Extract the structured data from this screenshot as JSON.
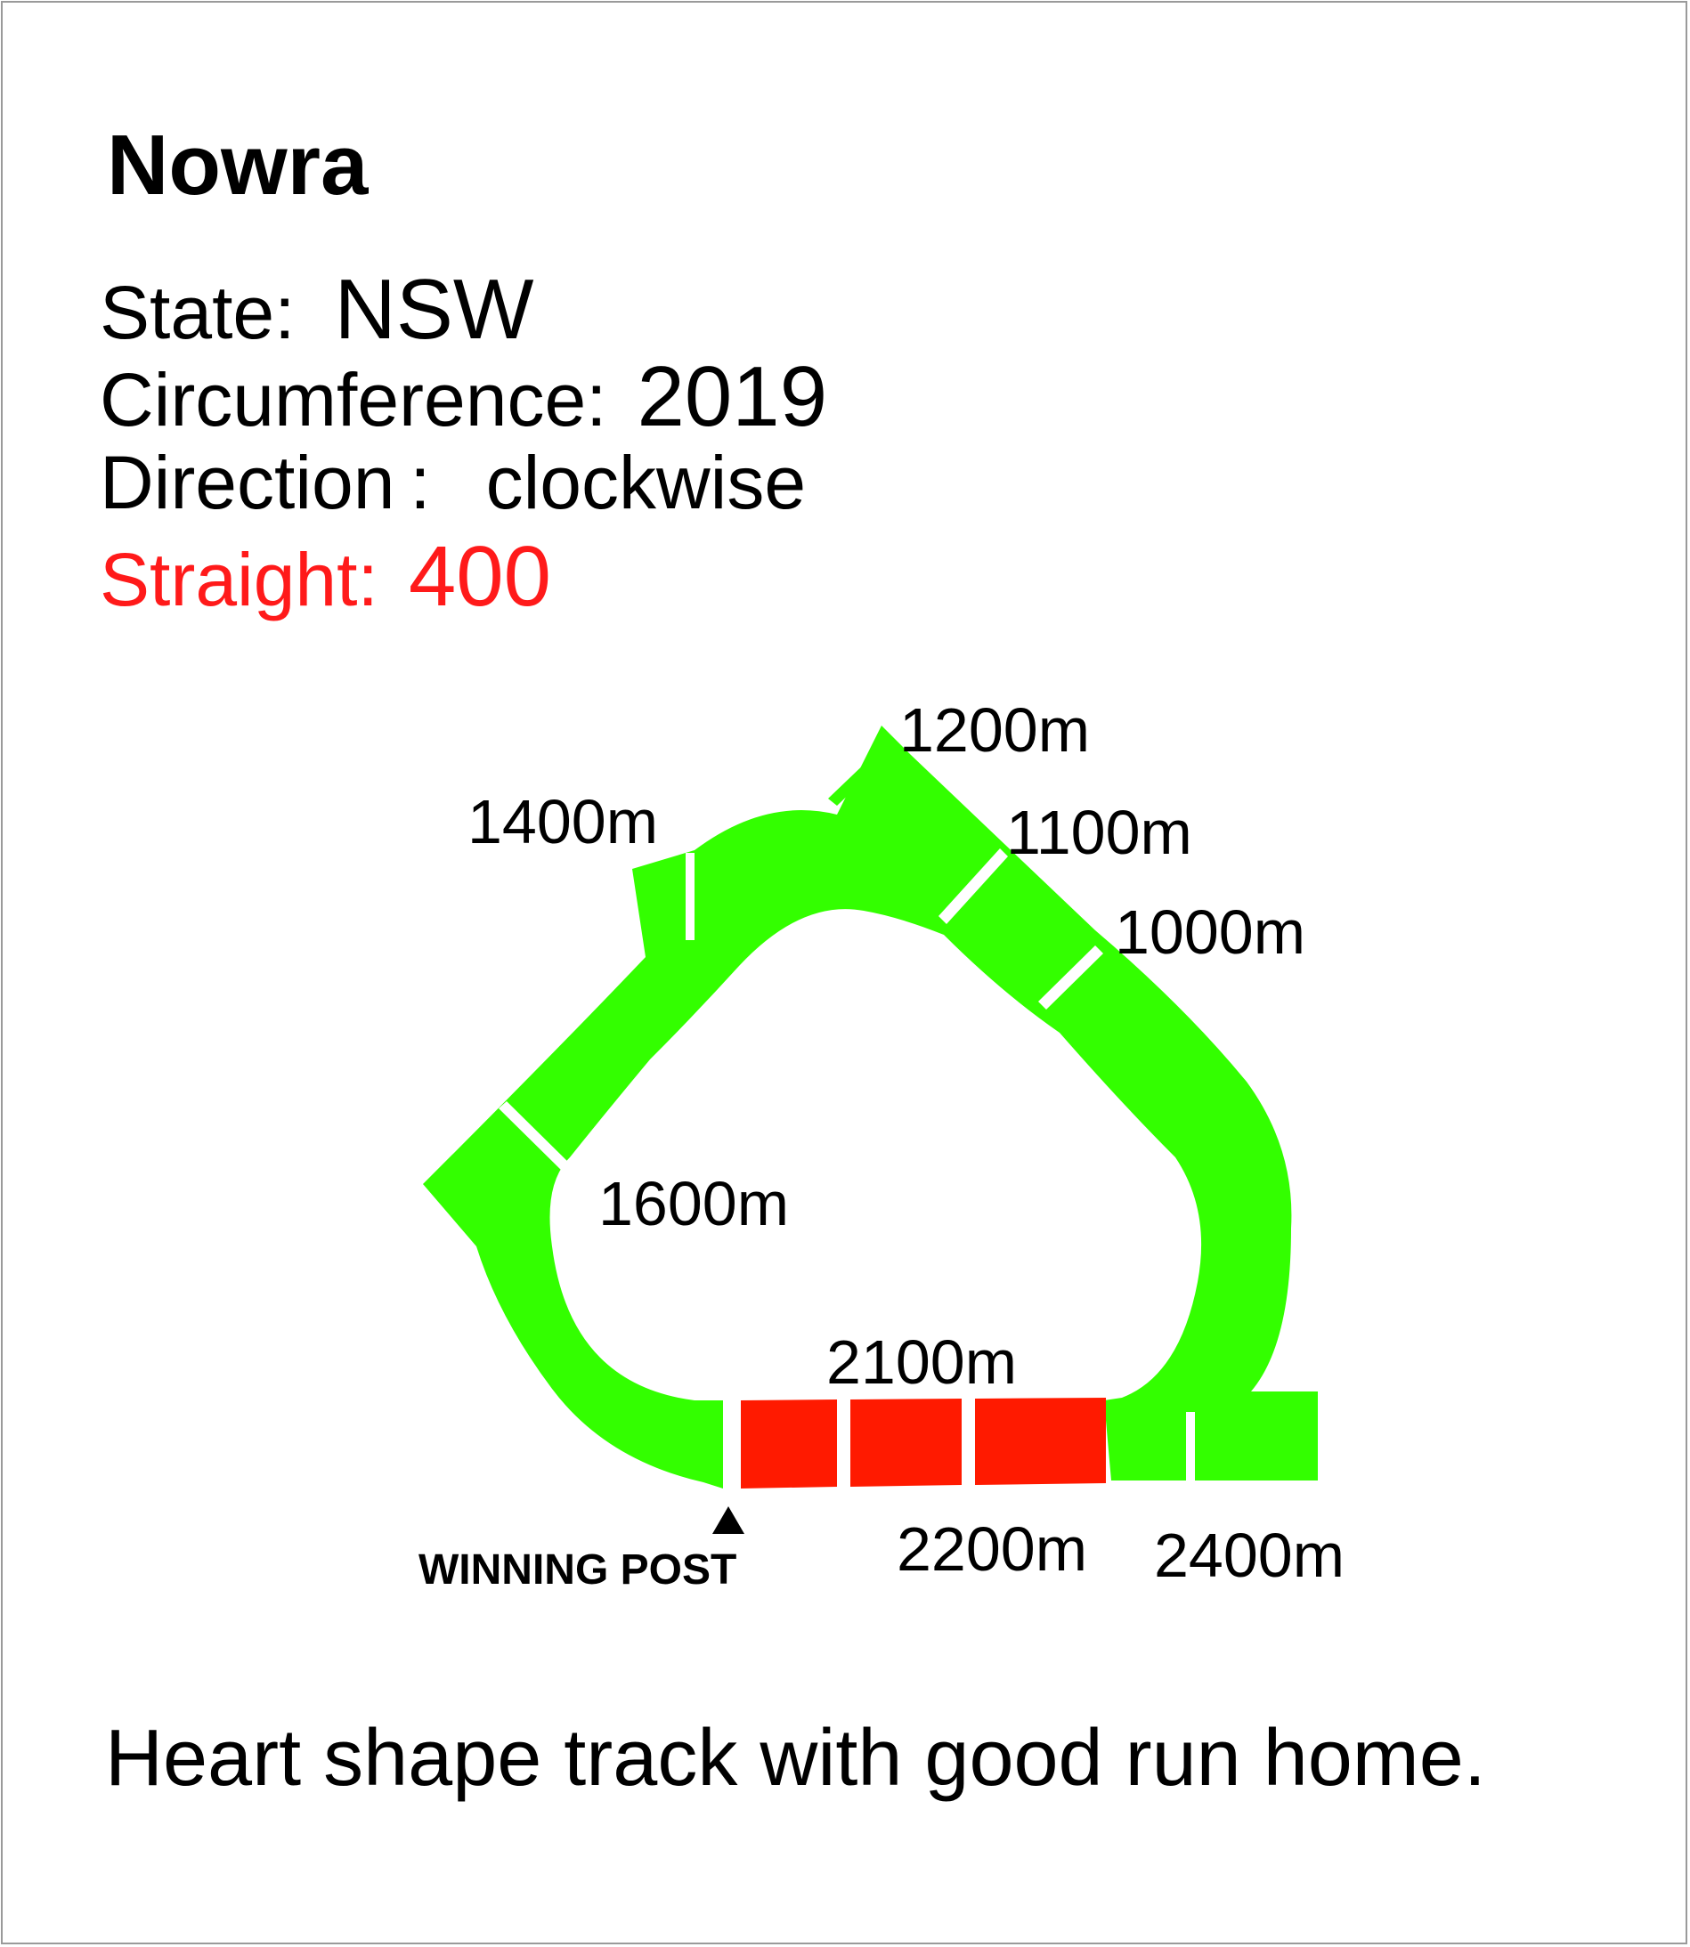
{
  "header": {
    "title": "Nowra"
  },
  "info": {
    "state_label": "State:",
    "state_value": "NSW",
    "circumference_label": "Circumference:",
    "circumference_value": "2019",
    "direction_label": "Direction :",
    "direction_value": "clockwise",
    "straight_label": "Straight:",
    "straight_value": "400"
  },
  "track": {
    "track_color": "#33ff00",
    "straight_color": "#ff1a00",
    "distance_markers": [
      "1200m",
      "1400m",
      "1100m",
      "1000m",
      "1600m",
      "2100m",
      "2200m",
      "2400m"
    ],
    "winning_post_label": "WINNING POST"
  },
  "footer": {
    "description": "Heart shape track with good run home."
  },
  "colors": {
    "text": "#000000",
    "highlight": "#ff1a1a",
    "frame_border": "#9a9a9a"
  }
}
